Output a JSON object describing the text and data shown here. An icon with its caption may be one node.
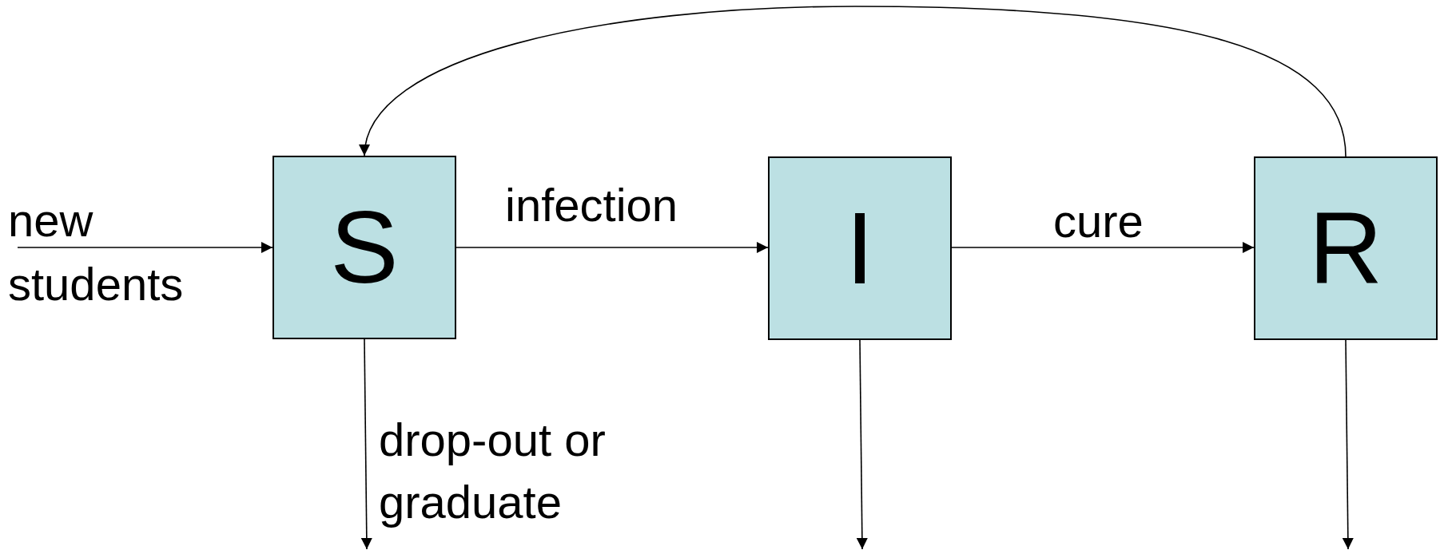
{
  "diagram": {
    "nodes": [
      {
        "text": [
          "S"
        ]
      },
      {
        "text": [
          "I"
        ]
      },
      {
        "text": [
          "R"
        ]
      }
    ],
    "edges": [
      {
        "from": null,
        "to": 0,
        "arrow": "to",
        "label": "new students"
      },
      {
        "from": 0,
        "to": 1,
        "arrow": "to",
        "label": "infection"
      },
      {
        "from": 1,
        "to": 2,
        "arrow": "to",
        "label": "cure"
      },
      {
        "from": 2,
        "to": 0,
        "arrow": "to"
      },
      {
        "from": 0,
        "to": null,
        "arrow": "to",
        "label": "drop-out or graduate"
      },
      {
        "from": 1,
        "to": null,
        "arrow": "to"
      },
      {
        "from": 2,
        "to": null,
        "arrow": "to"
      }
    ]
  }
}
